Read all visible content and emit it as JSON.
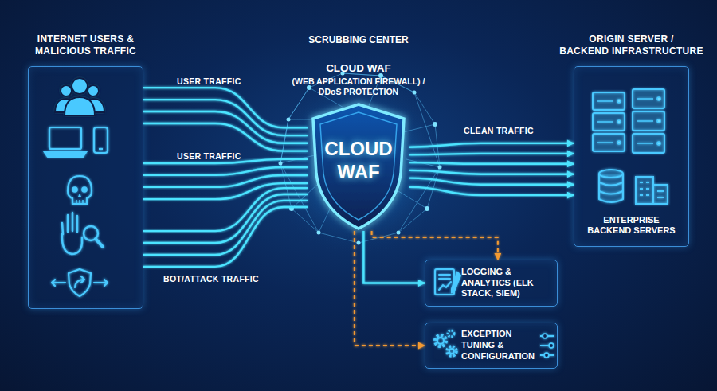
{
  "diagram": {
    "nodes": [
      {
        "text": [
          "INTERNET USERS & MALICIOUS TRAFFIC"
        ]
      },
      {
        "text": [
          "CLOUD WAF"
        ]
      },
      {
        "text": [
          "ORIGIN SERVER / BACKEND INFRASTRUCTURE",
          "ENTERPRISE BACKEND SERVERS"
        ]
      },
      {
        "text": [
          "LOGGING & ANALYTICS (ELK STACK, SIEM)"
        ]
      },
      {
        "text": [
          "EXCEPTION TUNING & CONFIGURATION"
        ]
      }
    ],
    "edges": [
      {
        "from": 0,
        "to": 1,
        "label": "USER TRAFFIC",
        "arrow": "none"
      },
      {
        "from": 0,
        "to": 1,
        "label": "USER TRAFFIC",
        "arrow": "none"
      },
      {
        "from": 0,
        "to": 1,
        "label": "BOT/ATTACK TRAFFIC",
        "arrow": "none"
      },
      {
        "from": 1,
        "to": 2,
        "label": "CLEAN TRAFFIC",
        "arrow": "to"
      },
      {
        "from": 1,
        "to": 3,
        "arrow": "to"
      },
      {
        "from": 1,
        "to": 3,
        "arrow": "to"
      },
      {
        "from": 1,
        "to": 4,
        "arrow": "to"
      }
    ],
    "labels": [
      "SCRUBBING CENTER",
      "CLOUD WAF",
      "(WEB APPLICATION FIREWALL) / DDoS PROTECTION"
    ]
  }
}
